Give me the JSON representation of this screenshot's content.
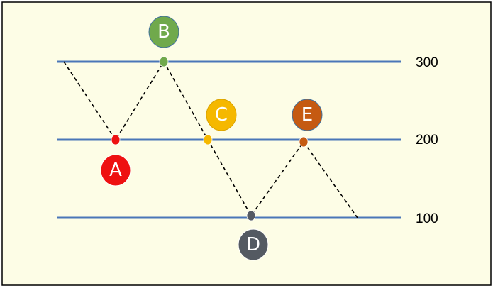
{
  "colors": {
    "background": "#fdfde6",
    "frame": "#000000",
    "level_line": "#4a76b8",
    "path": "#000000"
  },
  "levels": [
    {
      "name": "level-300",
      "label": "300",
      "value": 300
    },
    {
      "name": "level-200",
      "label": "200",
      "value": 200
    },
    {
      "name": "level-100",
      "label": "100",
      "value": 100
    }
  ],
  "points": [
    {
      "id": "A",
      "label": "A",
      "value": 200,
      "color": "#ee1111",
      "badge": "below"
    },
    {
      "id": "B",
      "label": "B",
      "value": 300,
      "color": "#70a94c",
      "badge": "above"
    },
    {
      "id": "C",
      "label": "C",
      "value": 200,
      "color": "#f5b800",
      "badge": "above"
    },
    {
      "id": "D",
      "label": "D",
      "value": 100,
      "color": "#545a62",
      "badge": "below"
    },
    {
      "id": "E",
      "label": "E",
      "value": 200,
      "color": "#c55a11",
      "badge": "above"
    }
  ]
}
